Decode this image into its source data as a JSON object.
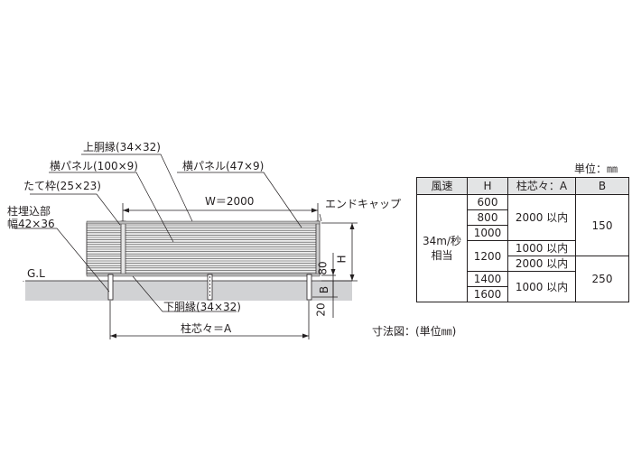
{
  "diagram": {
    "labels": {
      "upper_rail": "上胴縁(34×32)",
      "panel_100": "横パネル(100×9)",
      "panel_47": "横パネル(47×9)",
      "vertical_frame": "たて枠(25×23)",
      "post_embed_1": "柱埋込部",
      "post_embed_2": "幅42×36",
      "width": "W＝2000",
      "end_cap": "エンドキャップ",
      "ground": "G.L",
      "lower_rail": "下胴縁(34×32)",
      "post_pitch": "柱芯々＝A",
      "height": "H",
      "dim_80": "80",
      "dim_b": "B",
      "dim_20": "20"
    },
    "caption": "寸法図：(単位㎜)"
  },
  "table": {
    "unit": "単位：㎜",
    "headers": [
      "風速",
      "H",
      "柱芯々：A",
      "B"
    ],
    "wind": [
      "34m/秒",
      "相当"
    ],
    "h": [
      "600",
      "800",
      "1000",
      "1200",
      "1400",
      "1600"
    ],
    "a": [
      "2000 以内",
      "1000 以内",
      "2000 以内",
      "1000 以内"
    ],
    "b": [
      "150",
      "250"
    ]
  }
}
